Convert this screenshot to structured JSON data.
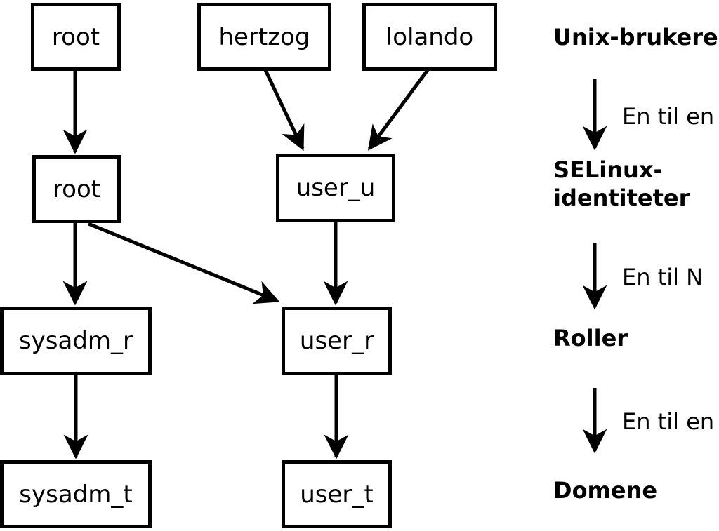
{
  "diagram": {
    "nodes": {
      "unix_root": {
        "label": "root"
      },
      "unix_hertzog": {
        "label": "hertzog"
      },
      "unix_lolando": {
        "label": "lolando"
      },
      "selinux_root": {
        "label": "root"
      },
      "selinux_user_u": {
        "label": "user_u"
      },
      "role_sysadm_r": {
        "label": "sysadm_r"
      },
      "role_user_r": {
        "label": "user_r"
      },
      "domain_sysadm_t": {
        "label": "sysadm_t"
      },
      "domain_user_t": {
        "label": "user_t"
      }
    },
    "edges": [
      {
        "from": "unix_root",
        "to": "selinux_root"
      },
      {
        "from": "unix_hertzog",
        "to": "selinux_user_u"
      },
      {
        "from": "unix_lolando",
        "to": "selinux_user_u"
      },
      {
        "from": "selinux_root",
        "to": "role_sysadm_r"
      },
      {
        "from": "selinux_root",
        "to": "role_user_r"
      },
      {
        "from": "selinux_user_u",
        "to": "role_user_r"
      },
      {
        "from": "role_sysadm_r",
        "to": "domain_sysadm_t"
      },
      {
        "from": "role_user_r",
        "to": "domain_user_t"
      }
    ],
    "legend": {
      "unix_users": "Unix-brukere",
      "one_to_one_1": "En til en",
      "selinux_identities": "SELinux-\nidentiteter",
      "one_to_n": "En til N",
      "roles": "Roller",
      "one_to_one_2": "En til en",
      "domains": "Domene"
    },
    "colors": {
      "line": "#000000",
      "text": "#000000",
      "background": "#ffffff"
    }
  }
}
